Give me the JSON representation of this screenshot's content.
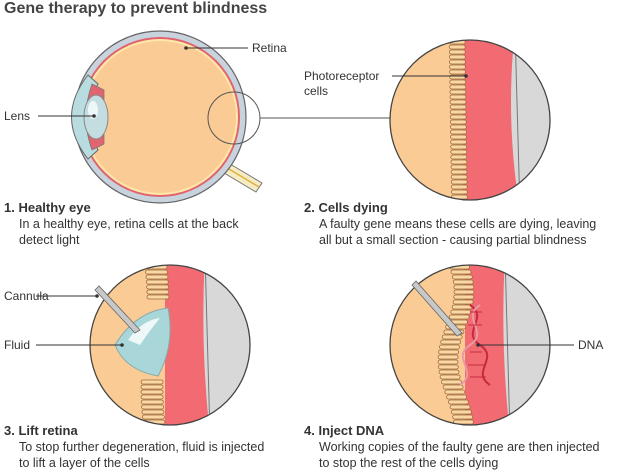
{
  "title": "Gene therapy to prevent blindness",
  "labels": {
    "retina": "Retina",
    "lens": "Lens",
    "photoreceptor_line1": "Photoreceptor",
    "photoreceptor_line2": "cells",
    "cannula": "Cannula",
    "fluid": "Fluid",
    "dna": "DNA"
  },
  "steps": [
    {
      "heading": "1. Healthy eye",
      "line1": "In a healthy eye, retina cells at the back",
      "line2": "detect light"
    },
    {
      "heading": "2. Cells dying",
      "line1": "A faulty gene means these cells are dying, leaving",
      "line2": "all but a small section - causing partial blindness"
    },
    {
      "heading": "3. Lift retina",
      "line1": "To stop further degeneration, fluid is injected",
      "line2": "to lift a layer of the cells"
    },
    {
      "heading": "4. Inject DNA",
      "line1": "Working copies of the faulty gene are then injected",
      "line2": "to stop the rest of the cells dying"
    }
  ],
  "colors": {
    "vitreous": "#fbcb95",
    "retina_red": "#f26b73",
    "sclera_grey": "#d8d8d8",
    "outline": "#555555",
    "fluid_teal": "#a9d6d8",
    "dna_red": "#c8283c"
  }
}
